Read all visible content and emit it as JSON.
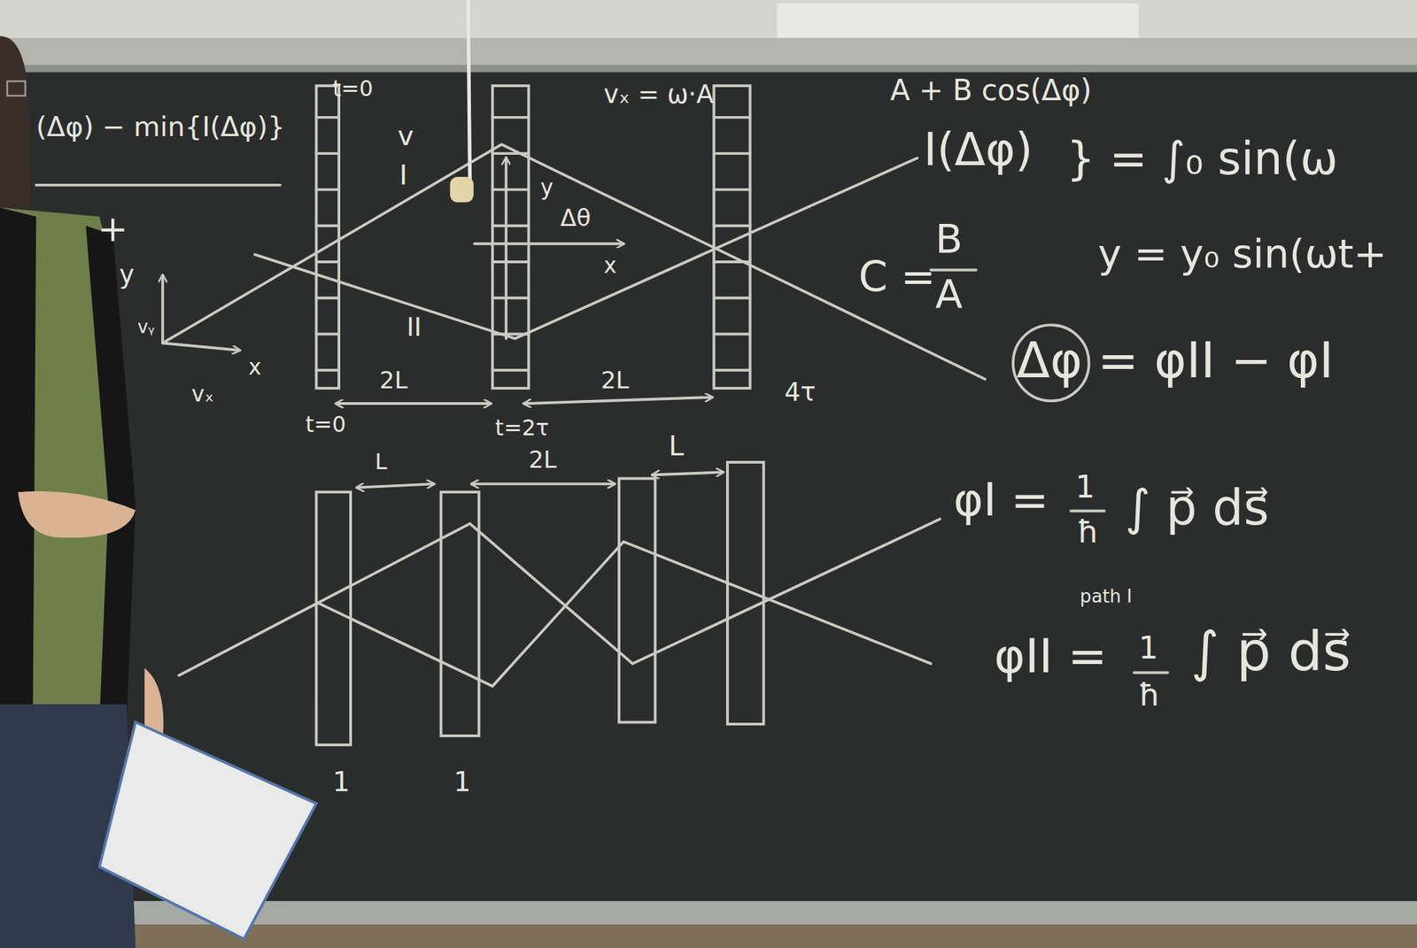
{
  "diagram": {
    "labels": [
      "(Δφ) − min{I(Δφ)}",
      "t=0",
      "v",
      "I",
      "vₓ = ω·A",
      "A + B cos(Δφ)",
      "I(Δφ)",
      "} = ∫₀ sin(ω",
      "y",
      "Δθ",
      "x",
      "+",
      "y",
      "vᵧ",
      "vₓ",
      "x",
      "II",
      "C =",
      "B",
      "A",
      "y = y₀ sin(ωt+",
      "Δφ = φII − φI",
      "2L",
      "2L",
      "4τ",
      "t=0",
      "t=2τ",
      "L",
      "2L",
      "L",
      "φI =",
      "1",
      "ħ",
      "∫ p⃗ ds⃗",
      "path I",
      "φII =",
      "1",
      "ħ",
      "∫ p⃗ ds⃗",
      "1",
      "1"
    ]
  }
}
